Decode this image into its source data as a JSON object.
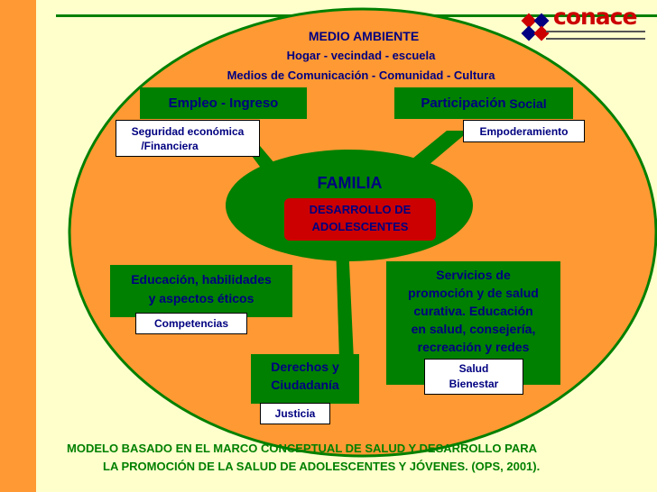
{
  "header": {
    "title": "MEDIO AMBIENTE",
    "line2": "Hogar - vecindad - escuela",
    "line3": "Medios de Comunicación - Comunidad - Cultura"
  },
  "logo": {
    "text": "conace"
  },
  "center": {
    "familia": "FAMILIA",
    "desarrollo_line1": "DESARROLLO DE",
    "desarrollo_line2": "ADOLESCENTES"
  },
  "nodes": {
    "empleo": {
      "label": "Empleo - Ingreso",
      "sub_line1": "Seguridad económica",
      "sub_line2": "/Financiera"
    },
    "participacion": {
      "label_bold": "Participación",
      "label_rest": " Social",
      "sub": "Empoderamiento"
    },
    "educacion": {
      "line1": "Educación, habilidades",
      "line2": "y aspectos éticos",
      "sub": "Competencias"
    },
    "derechos": {
      "line1": "Derechos y",
      "line2": "Ciudadanía",
      "sub": "Justicia"
    },
    "servicios": {
      "line1": "Servicios de",
      "line2": "promoción y de salud",
      "line3": "curativa. Educación",
      "line4": "en salud, consejería,",
      "line5": "recreación y redes",
      "sub_line1": "Salud",
      "sub_line2": "Bienestar"
    }
  },
  "footer": {
    "line1": "MODELO BASADO EN EL MARCO CONCEPTUAL DE SALUD Y DESARROLLO PARA",
    "line2": "LA PROMOCIÓN DE LA SALUD DE ADOLESCENTES Y JÓVENES. (OPS, 2001)."
  },
  "colors": {
    "background": "#ffffcc",
    "orange": "#ff9933",
    "green": "#008000",
    "red": "#cc0000",
    "navy": "#000080"
  }
}
